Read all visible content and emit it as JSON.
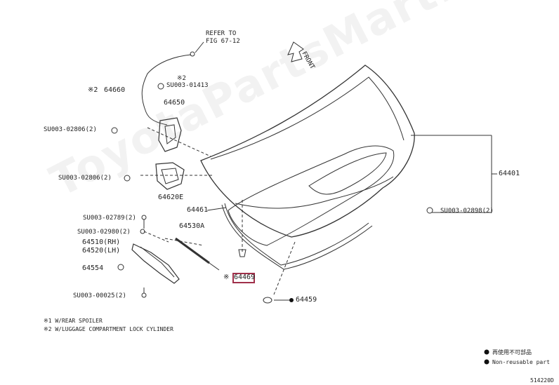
{
  "diagram": {
    "refer_label_1": "REFER TO",
    "refer_label_2": "FIG 67-12",
    "front_label": "FRONT",
    "watermark": "ToyotaPartsMart.ru",
    "figure_code": "514220D",
    "parts": {
      "p64660": "64660",
      "p_su1413": "SU003-01413",
      "p64650": "64650",
      "p_su2806a": "SU003-02806(2)",
      "p_su2806b": "SU003-02806(2)",
      "p64620e": "64620E",
      "p64401": "64401",
      "p64461": "64461",
      "p_su2789": "SU003-02789(2)",
      "p64530a": "64530A",
      "p_su2898": "SU003-02898(2)",
      "p_su2980": "SU003-02980(2)",
      "p64510": "64510(RH)",
      "p64520": "64520(LH)",
      "p64554": "64554",
      "p64469": "64469",
      "p_su0025": "SU003-00025(2)",
      "p64459": "64459"
    },
    "marks": {
      "m1": "※2",
      "m2": "※2",
      "m3": "※"
    },
    "notes": {
      "n1": "※1 W/REAR SPOILER",
      "n2": "※2 W/LUGGAGE COMPARTMENT LOCK CYLINDER"
    },
    "legend": {
      "l1": "再使用不可部品",
      "l2": "Non-reusable part"
    }
  }
}
